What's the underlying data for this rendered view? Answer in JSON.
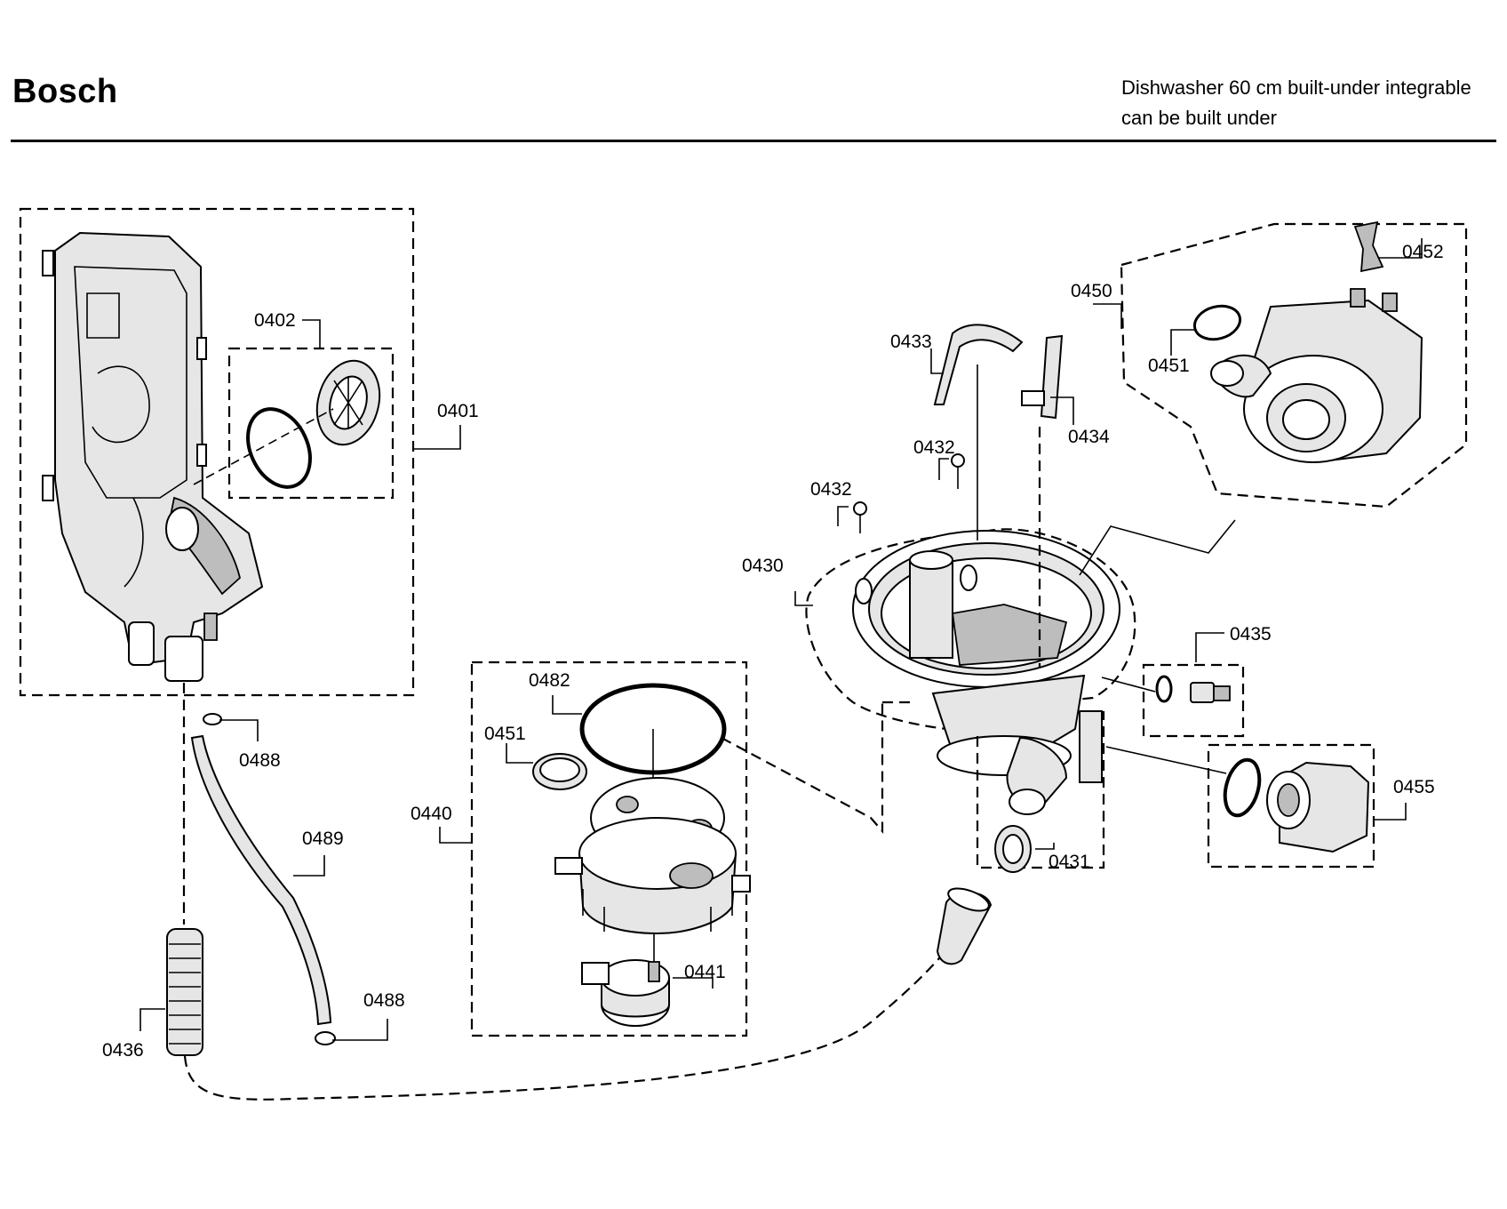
{
  "header": {
    "brand": "Bosch",
    "description_line1": "Dishwasher 60 cm built-under integrable",
    "description_line2": "can be built under"
  },
  "parts": {
    "p0401": "0401",
    "p0402": "0402",
    "p0430": "0430",
    "p0431": "0431",
    "p0432a": "0432",
    "p0432b": "0432",
    "p0433": "0433",
    "p0434": "0434",
    "p0435": "0435",
    "p0436": "0436",
    "p0440": "0440",
    "p0441": "0441",
    "p0450": "0450",
    "p0451a": "0451",
    "p0451b": "0451",
    "p0452": "0452",
    "p0455": "0455",
    "p0482": "0482",
    "p0488a": "0488",
    "p0488b": "0488",
    "p0489": "0489"
  }
}
